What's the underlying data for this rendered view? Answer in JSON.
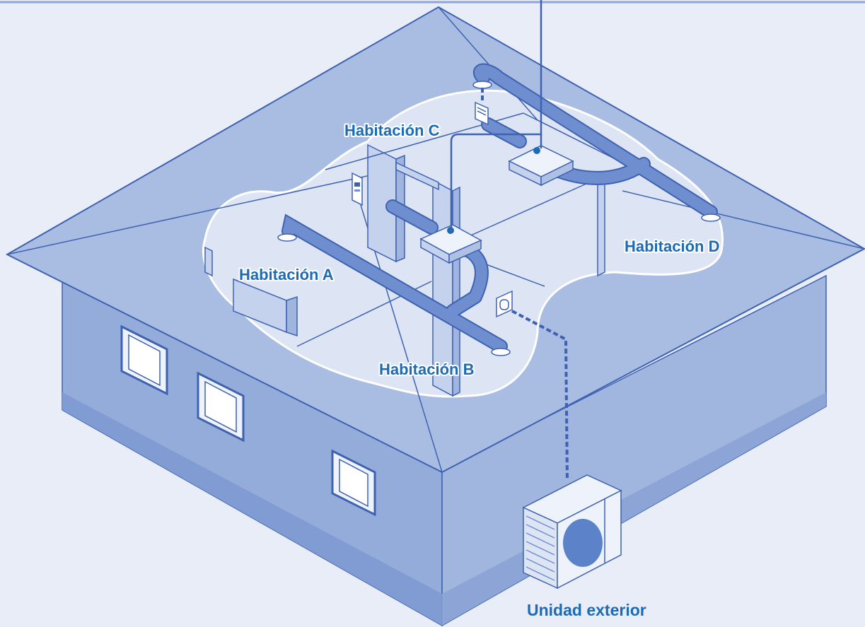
{
  "labels": {
    "room_a": "Habitación A",
    "room_b": "Habitación B",
    "room_c": "Habitación C",
    "room_d": "Habitación D",
    "outdoor_unit": "Unidad exterior"
  },
  "colors": {
    "background": "#e8edf8",
    "roof": "#a9bde3",
    "wall_front": "#93acd9",
    "wall_right": "#a0b6df",
    "interior": "#dde5f4",
    "duct": "#6e8ed0",
    "line": "#3e62b1",
    "label": "#1b6bb5"
  }
}
